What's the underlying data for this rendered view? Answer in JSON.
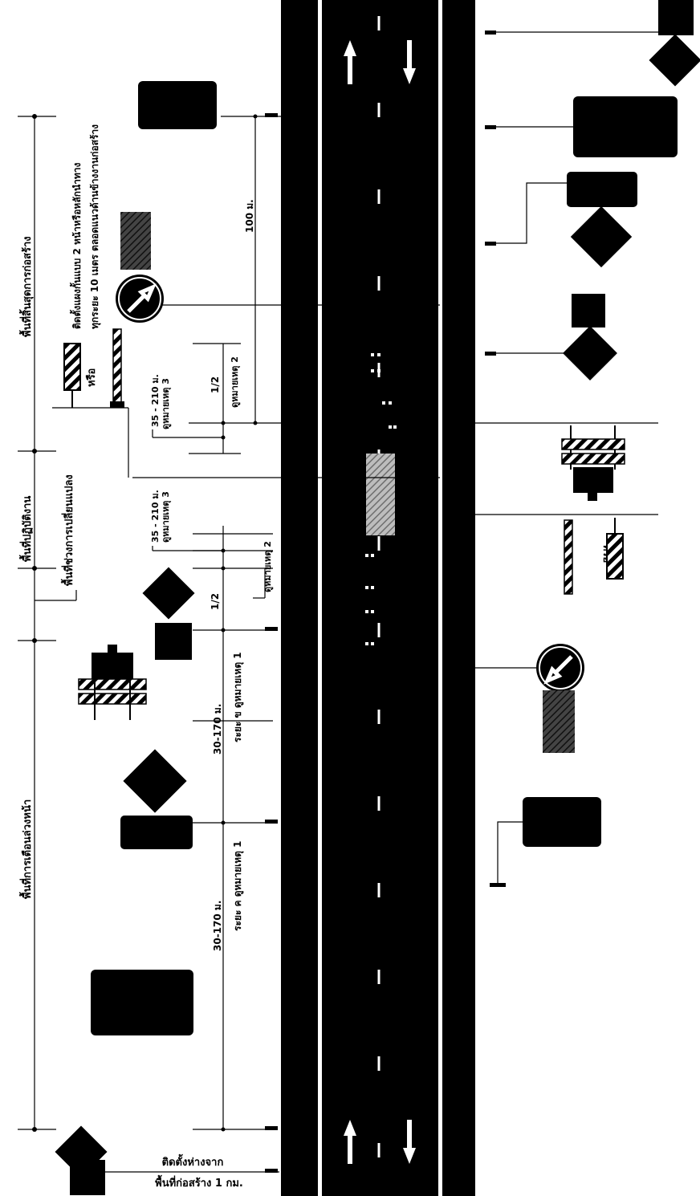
{
  "zones": {
    "advance_warning": "พื้นที่การเตือนล่วงหน้า",
    "transition": "พื้นที่ช่วงการเปลี่ยนแปลง",
    "work": "พื้นที่ปฏิบัติงาน",
    "termination": "พื้นที่สิ้นสุดการก่อสร้าง"
  },
  "distances": {
    "spacing_a": "ระยะ ค ดูหมายเหตุ 1",
    "spacing_a_value": "30-170 ม.",
    "spacing_b": "ระยะ ข ดูหมายเหตุ 1",
    "spacing_b_value": "30-170 ม.",
    "half": "1/2",
    "note2": "ดูหมายเหตุ 2",
    "range_3": "35 - 210 ม.",
    "note3": "ดูหมายเหตุ 3",
    "hundred": "100 ม."
  },
  "notes": {
    "install_far": "ติดตั้งห่างจาก",
    "install_far_2": "พื้นที่ก่อสร้าง 1 กม.",
    "barrier_note_1": "ติดตั้งแผงกั้นแบบ 2 หน้าหรือหลักนำทาง",
    "barrier_note_2": "ทุกระยะ 10 เมตร ตลอดแนวด้านข้างงานก่อสร้าง",
    "or": "หรือ"
  },
  "colors": {
    "road": "#000000",
    "lane_line": "#ffffff",
    "work_area": "#9a9a9a",
    "sign": "#000000"
  }
}
